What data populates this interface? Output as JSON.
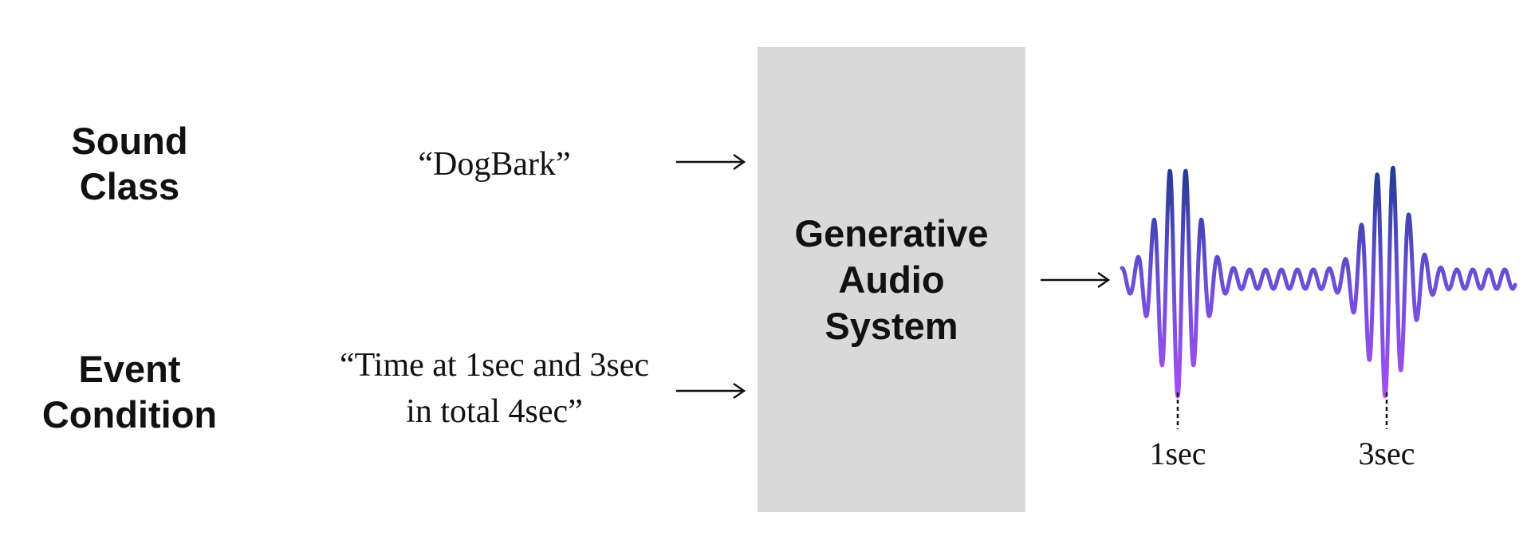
{
  "inputs": {
    "sound_class": {
      "label": "Sound\nClass",
      "value": "“DogBark”"
    },
    "event_condition": {
      "label": "Event\nCondition",
      "value": "“Time at 1sec and 3sec\nin total 4sec”"
    }
  },
  "system": {
    "label": "Generative\nAudio\nSystem"
  },
  "output": {
    "event_markers": [
      "1sec",
      "3sec"
    ],
    "waveform_colors": {
      "top": "#1f3a8f",
      "bottom": "#a64df5",
      "baseline": "#6a4fd8"
    }
  }
}
